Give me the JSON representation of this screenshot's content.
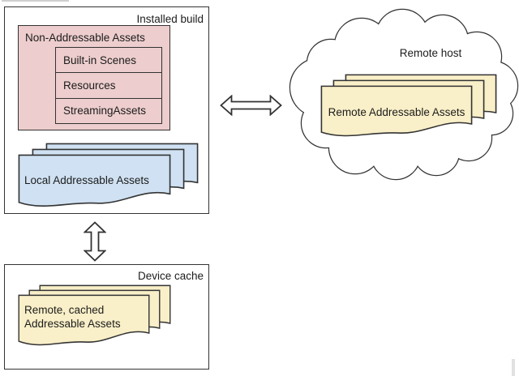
{
  "diagram": {
    "installed_build": {
      "title": "Installed build",
      "non_addressable": {
        "title": "Non-Addressable Assets",
        "items": [
          "Built-in Scenes",
          "Resources",
          "StreamingAssets"
        ]
      },
      "local_assets_label": "Local Addressable Assets"
    },
    "remote_host": {
      "title": "Remote host",
      "assets_label": "Remote Addressable Assets"
    },
    "device_cache": {
      "title": "Device cache",
      "assets_label": "Remote, cached\nAddressable Assets"
    },
    "colors": {
      "non_addressable_fill": "#edcdcd",
      "local_assets_fill": "#cfe1f2",
      "remote_assets_fill": "#f9efc8",
      "outline": "#333333",
      "background": "#ffffff"
    }
  }
}
